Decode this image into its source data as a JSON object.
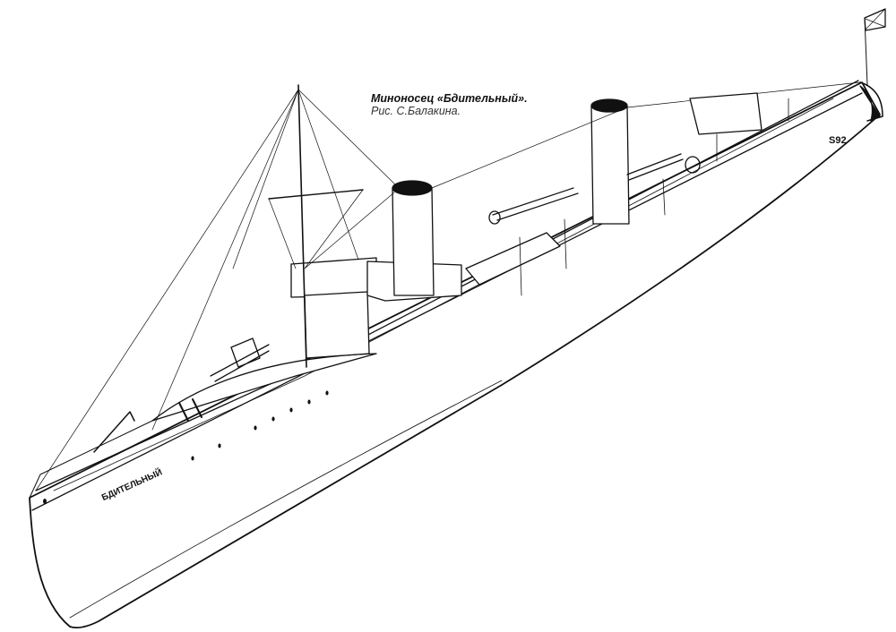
{
  "caption": {
    "title": "Миноносец «Бдительный».",
    "subtitle": "Рис. С.Балакина."
  },
  "hull_name": "БДИТЕЛЬНЫЙ",
  "signature": "S92"
}
